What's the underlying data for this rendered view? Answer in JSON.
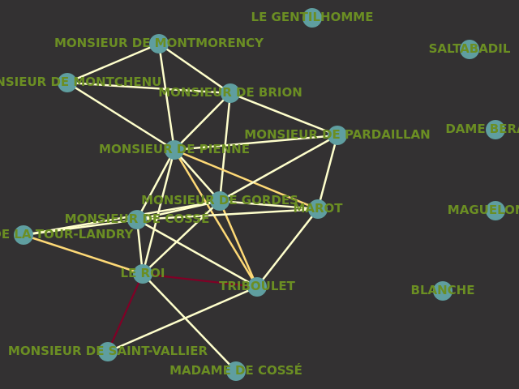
{
  "graph": {
    "colors": {
      "background": "#333132",
      "node": "#5f9ea0",
      "label": "#6b8e23",
      "edge_default": "#ffffcc",
      "edge_medium": "#fed976",
      "edge_strong": "#800026"
    },
    "nodes": [
      {
        "id": "gentilhomme",
        "label": "LE GENTILHOMME"
      },
      {
        "id": "saltabadil",
        "label": "SALTABADIL"
      },
      {
        "id": "montmorency",
        "label": "MONSIEUR DE MONTMORENCY"
      },
      {
        "id": "montchenu",
        "label": "MONSIEUR DE MONTCHENU"
      },
      {
        "id": "brion",
        "label": "MONSIEUR DE BRION"
      },
      {
        "id": "pardaillan",
        "label": "MONSIEUR DE PARDAILLAN"
      },
      {
        "id": "berard",
        "label": "DAME BERARD"
      },
      {
        "id": "pienne",
        "label": "MONSIEUR DE PIENNE"
      },
      {
        "id": "gordes",
        "label": "MONSIEUR DE GORDES"
      },
      {
        "id": "marot",
        "label": "MAROT"
      },
      {
        "id": "maguelonne",
        "label": "MAGUELONNE"
      },
      {
        "id": "cosse",
        "label": "MONSIEUR DE COSSÉ"
      },
      {
        "id": "latour",
        "label": "MONSIEUR DE LA TOUR-LANDRY"
      },
      {
        "id": "roi",
        "label": "LE ROI"
      },
      {
        "id": "triboulet",
        "label": "TRIBOULET"
      },
      {
        "id": "blanche",
        "label": "BLANCHE"
      },
      {
        "id": "saintvallier",
        "label": "MONSIEUR DE SAINT-VALLIER"
      },
      {
        "id": "madamecosse",
        "label": "MADAME DE COSSÉ"
      }
    ],
    "edges": [
      {
        "source": "montmorency",
        "target": "montchenu",
        "weight": 1
      },
      {
        "source": "montmorency",
        "target": "brion",
        "weight": 1
      },
      {
        "source": "montmorency",
        "target": "pienne",
        "weight": 1
      },
      {
        "source": "montchenu",
        "target": "brion",
        "weight": 1
      },
      {
        "source": "montchenu",
        "target": "pienne",
        "weight": 1
      },
      {
        "source": "brion",
        "target": "pardaillan",
        "weight": 1
      },
      {
        "source": "brion",
        "target": "pienne",
        "weight": 1
      },
      {
        "source": "brion",
        "target": "gordes",
        "weight": 1
      },
      {
        "source": "pienne",
        "target": "pardaillan",
        "weight": 1
      },
      {
        "source": "pienne",
        "target": "marot",
        "weight": 2
      },
      {
        "source": "pienne",
        "target": "gordes",
        "weight": 1
      },
      {
        "source": "pienne",
        "target": "cosse",
        "weight": 1
      },
      {
        "source": "pienne",
        "target": "roi",
        "weight": 1
      },
      {
        "source": "pienne",
        "target": "triboulet",
        "weight": 2
      },
      {
        "source": "pardaillan",
        "target": "marot",
        "weight": 1
      },
      {
        "source": "pardaillan",
        "target": "gordes",
        "weight": 1
      },
      {
        "source": "gordes",
        "target": "marot",
        "weight": 1
      },
      {
        "source": "gordes",
        "target": "cosse",
        "weight": 1
      },
      {
        "source": "gordes",
        "target": "latour",
        "weight": 1
      },
      {
        "source": "gordes",
        "target": "roi",
        "weight": 1
      },
      {
        "source": "gordes",
        "target": "triboulet",
        "weight": 2
      },
      {
        "source": "cosse",
        "target": "marot",
        "weight": 1
      },
      {
        "source": "cosse",
        "target": "latour",
        "weight": 1
      },
      {
        "source": "cosse",
        "target": "roi",
        "weight": 1
      },
      {
        "source": "cosse",
        "target": "triboulet",
        "weight": 1
      },
      {
        "source": "latour",
        "target": "roi",
        "weight": 2
      },
      {
        "source": "roi",
        "target": "triboulet",
        "weight": 4
      },
      {
        "source": "roi",
        "target": "saintvallier",
        "weight": 4
      },
      {
        "source": "roi",
        "target": "madamecosse",
        "weight": 1
      },
      {
        "source": "triboulet",
        "target": "marot",
        "weight": 1
      },
      {
        "source": "triboulet",
        "target": "saintvallier",
        "weight": 1
      }
    ]
  }
}
